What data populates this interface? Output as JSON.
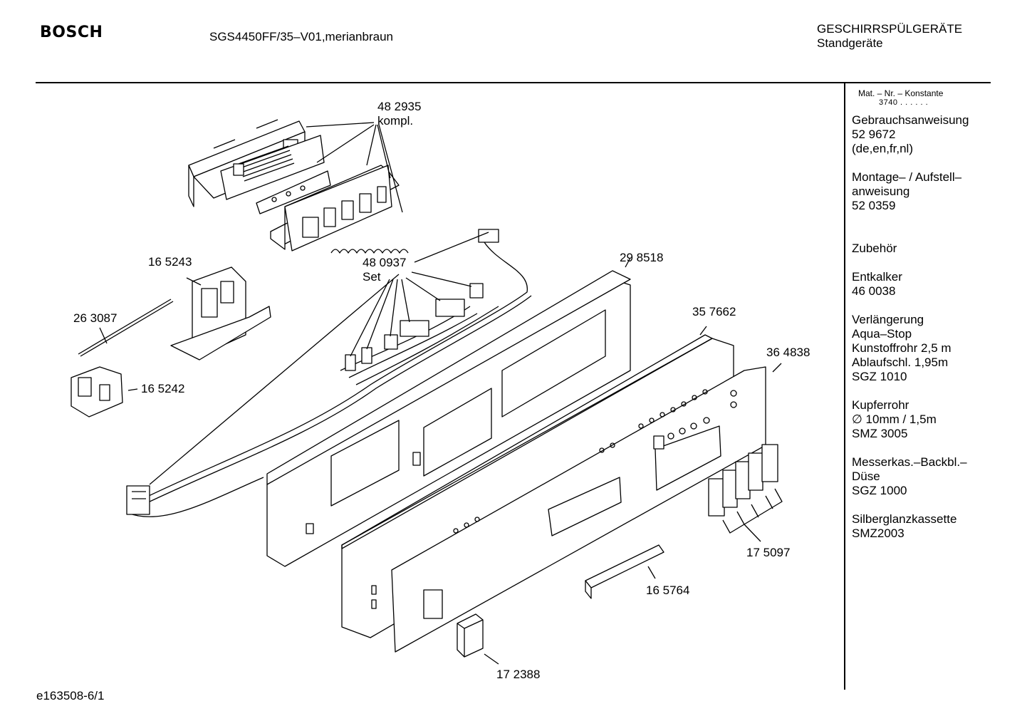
{
  "header": {
    "brand": "BOSCH",
    "model": "SGS4450FF/35–V01,merianbraun",
    "category_line1": "GESCHIRRSPÜLGERÄTE",
    "category_line2": "Standgeräte"
  },
  "sidebar": {
    "mat_nr_label": "Mat. – Nr. – Konstante",
    "mat_nr_value": "3740 . . . . . .",
    "blocks": [
      {
        "lines": [
          "Gebrauchsanweisung",
          "52 9672",
          "(de,en,fr,nl)"
        ]
      },
      {
        "lines": [
          "Montage– / Aufstell–",
          "anweisung",
          "52 0359"
        ]
      },
      {
        "lines": [
          "Zubehör"
        ]
      },
      {
        "lines": [
          "Entkalker",
          "46 0038"
        ]
      },
      {
        "lines": [
          "Verlängerung",
          "Aqua–Stop",
          "Kunstoffrohr 2,5 m",
          "Ablaufschl. 1,95m",
          "SGZ 1010"
        ]
      },
      {
        "lines": [
          "Kupferrohr",
          "∅ 10mm / 1,5m",
          "SMZ 3005"
        ]
      },
      {
        "lines": [
          "Messerkas.–Backbl.–",
          "Düse",
          "SGZ 1000"
        ]
      },
      {
        "lines": [
          "Silberglanzkassette",
          "SMZ2003"
        ]
      }
    ]
  },
  "parts": {
    "p482935": "48 2935",
    "p482935_note": "kompl.",
    "p480937": "48 0937",
    "p480937_note": "Set",
    "p165243": "16 5243",
    "p263087": "26 3087",
    "p165242": "16 5242",
    "p298518": "29 8518",
    "p357662": "35 7662",
    "p364838": "36 4838",
    "p175097": "17 5097",
    "p165764": "16 5764",
    "p172388": "17 2388"
  },
  "footer": {
    "drawing_id": "e163508-6/1"
  }
}
